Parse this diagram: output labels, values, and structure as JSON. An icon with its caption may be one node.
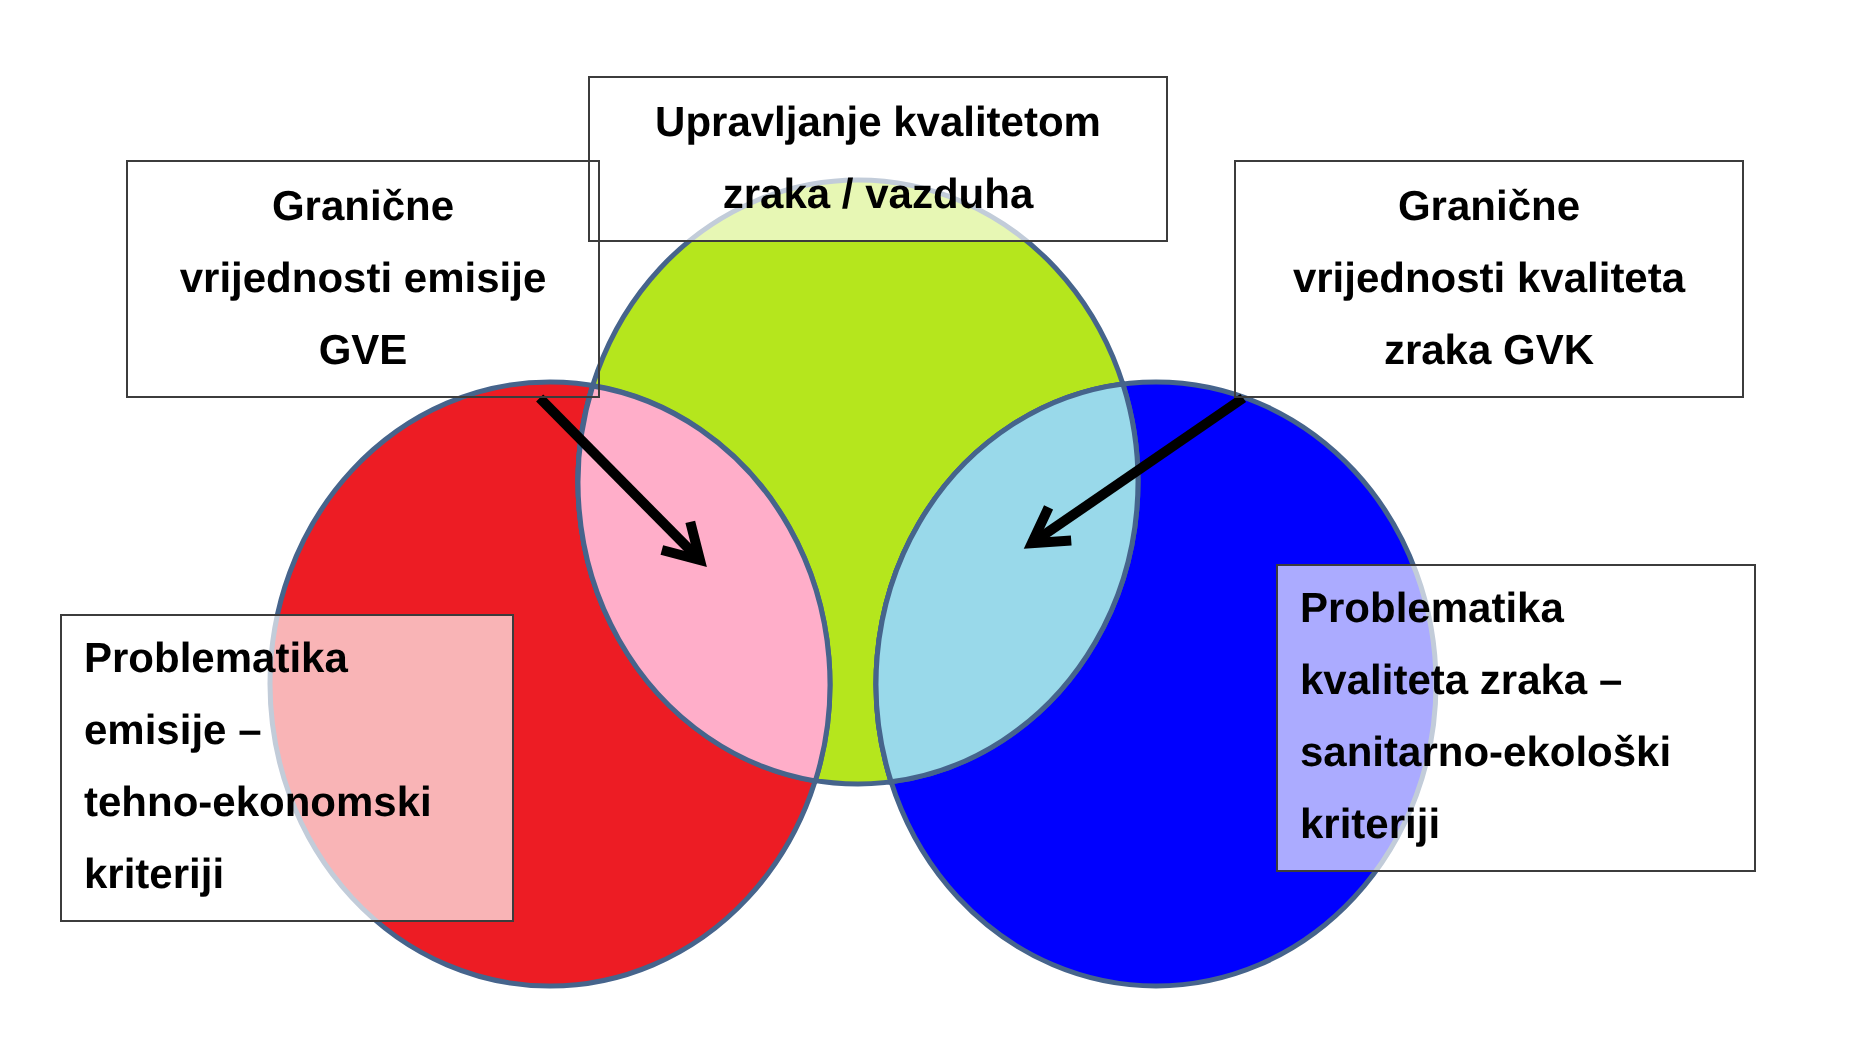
{
  "diagram": {
    "nodes": [
      {
        "text": [
          "Upravljanje kvalitetom zraka / vazduha"
        ]
      },
      {
        "text": [
          "Granične vrijednosti emisije GVE"
        ]
      },
      {
        "text": [
          "Granične vrijednosti kvaliteta zraka GVK"
        ]
      },
      {
        "text": [],
        "shape": "lens"
      },
      {
        "text": [],
        "shape": "lens"
      },
      {
        "text": [
          "Problematika emisije – tehno-ekonomski kriteriji"
        ]
      },
      {
        "text": [
          "Problematika kvaliteta zraka – sanitarno-ekološki kriteriji"
        ]
      }
    ],
    "edges": [
      {
        "from": 1,
        "to": 3,
        "arrow": "to"
      },
      {
        "from": 2,
        "to": 4,
        "arrow": "to"
      }
    ]
  }
}
